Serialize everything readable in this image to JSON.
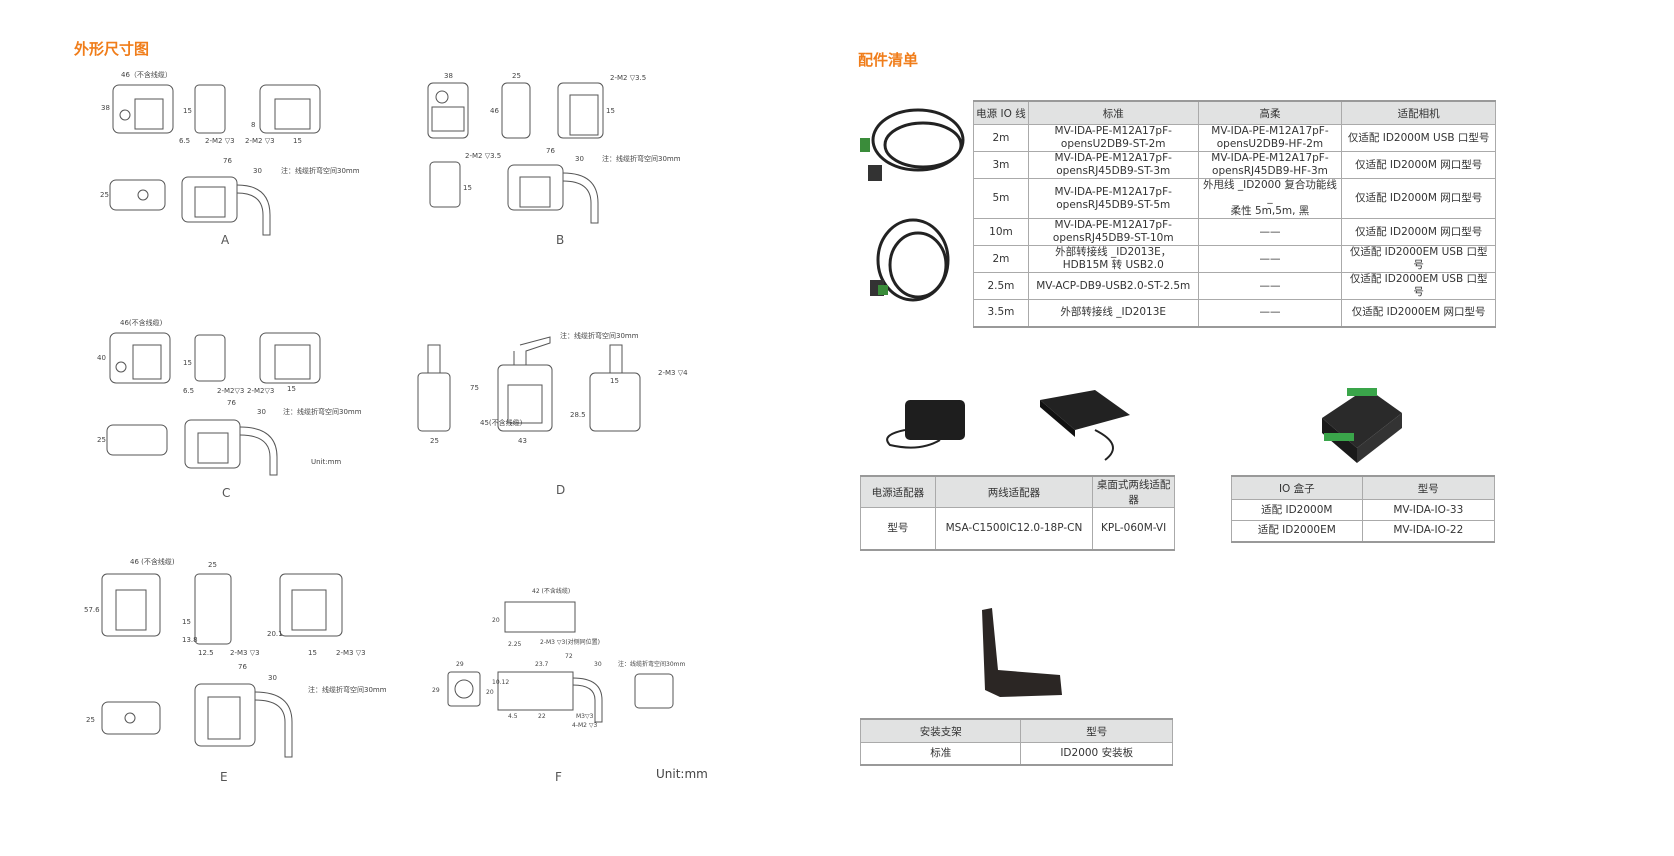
{
  "left": {
    "title": "外形尺寸图",
    "panels": {
      "A": {
        "label": "A",
        "dims": [
          "46（不含线缆）",
          "38",
          "15",
          "6.5",
          "2-M2 ▽3",
          "2-M2 ▽3",
          "8",
          "15",
          "76",
          "30",
          "25"
        ],
        "note": "注：线缆折弯空间30mm"
      },
      "B": {
        "label": "B",
        "dims": [
          "38",
          "25",
          "46",
          "2-M2 ▽3.5",
          "15",
          "2-M2 ▽3.5",
          "15",
          "76",
          "30"
        ],
        "note": "注：线缆折弯空间30mm"
      },
      "C": {
        "label": "C",
        "dims": [
          "46(不含线缆)",
          "40",
          "15",
          "6.5",
          "2-M2▽3",
          "2-M2▽3",
          "15",
          "76",
          "30",
          "25"
        ],
        "note": "注：线缆折弯空间30mm",
        "unit": "Unit:mm"
      },
      "D": {
        "label": "D",
        "dims": [
          "75",
          "45(不含线缆)",
          "25",
          "43",
          "15",
          "28.5",
          "2-M3 ▽4"
        ],
        "note": "注：线缆折弯空间30mm"
      },
      "E": {
        "label": "E",
        "dims": [
          "46 (不含线缆)",
          "25",
          "57.6",
          "15",
          "13.8",
          "12.5",
          "2-M3 ▽3",
          "20.1",
          "15",
          "2-M3 ▽3",
          "76",
          "30",
          "25"
        ],
        "note": "注：线缆折弯空间30mm"
      },
      "F": {
        "label": "F",
        "dims": [
          "42 (不含线缆)",
          "20",
          "2-M3 ▽3(对侧同位置)",
          "29",
          "29",
          "23.7",
          "72",
          "30",
          "2.25",
          "20",
          "10.12",
          "4.5",
          "22",
          "M3▽3",
          "4-M2 ▽3"
        ],
        "note": "注：线缆折弯空间30mm"
      }
    },
    "unit": "Unit:mm"
  },
  "right": {
    "title": "配件清单",
    "cable_table": {
      "headers": [
        "电源 IO 线",
        "标准",
        "高柔",
        "适配相机"
      ],
      "rows": [
        [
          "2m",
          "MV-IDA-PE-M12A17pF-\nopensU2DB9-ST-2m",
          "MV-IDA-PE-M12A17pF-\nopensU2DB9-HF-2m",
          "仅适配 ID2000M USB 口型号"
        ],
        [
          "3m",
          "MV-IDA-PE-M12A17pF-\nopensRJ45DB9-ST-3m",
          "MV-IDA-PE-M12A17pF-\nopensRJ45DB9-HF-3m",
          "仅适配 ID2000M 网口型号"
        ],
        [
          "5m",
          "MV-IDA-PE-M12A17pF-\nopensRJ45DB9-ST-5m",
          "外甩线 _ID2000 复合功能线 _\n柔性 5m,5m, 黑",
          "仅适配 ID2000M 网口型号"
        ],
        [
          "10m",
          "MV-IDA-PE-M12A17pF-\nopensRJ45DB9-ST-10m",
          "——",
          "仅适配 ID2000M 网口型号"
        ],
        [
          "2m",
          "外部转接线 _ID2013E，\nHDB15M 转 USB2.0",
          "——",
          "仅适配 ID2000EM USB 口型号"
        ],
        [
          "2.5m",
          "MV-ACP-DB9-USB2.0-ST-2.5m",
          "——",
          "仅适配 ID2000EM USB 口型号"
        ],
        [
          "3.5m",
          "外部转接线 _ID2013E",
          "——",
          "仅适配 ID2000EM 网口型号"
        ]
      ]
    },
    "adapter_table": {
      "headers": [
        "电源适配器",
        "两线适配器",
        "桌面式两线适配器"
      ],
      "rows": [
        [
          "型号",
          "MSA-C1500IC12.0-18P-CN",
          "KPL-060M-VI"
        ]
      ]
    },
    "io_table": {
      "headers": [
        "IO 盒子",
        "型号"
      ],
      "rows": [
        [
          "适配 ID2000M",
          "MV-IDA-IO-33"
        ],
        [
          "适配 ID2000EM",
          "MV-IDA-IO-22"
        ]
      ]
    },
    "bracket_table": {
      "headers": [
        "安装支架",
        "型号"
      ],
      "rows": [
        [
          "标准",
          "ID2000 安装板"
        ]
      ]
    }
  }
}
